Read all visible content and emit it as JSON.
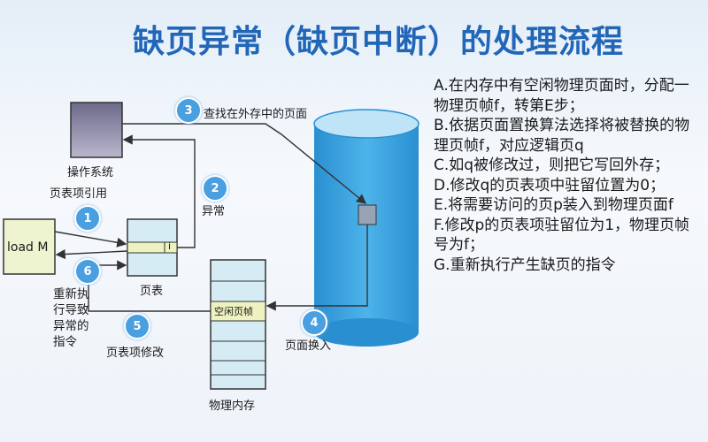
{
  "title": "缺页异常（缺页中断）的处理流程",
  "diagram": {
    "os_label": "操作系统",
    "pte_ref_label": "页表项引用",
    "load_label": "load M",
    "page_table_label": "页表",
    "page_table_mark": "i",
    "phys_mem_label": "物理内存",
    "free_frame_label": "空闲页帧",
    "restart_label": "重新执\n行导致\n异常的\n指令",
    "circle1": "1",
    "circle2": "2",
    "circle3": "3",
    "circle4": "4",
    "circle5": "5",
    "circle6": "6",
    "exception_label": "异常",
    "find_label": "查找在外存中的页面",
    "page_in_label": "页面换入",
    "pte_modify_label": "页表项修改"
  },
  "steps": [
    "A.在内存中有空闲物理页面时，分配一物理页帧f，转第E步；",
    "B.依据页面置换算法选择将被替换的物理页帧f，对应逻辑页q",
    "C.如q被修改过，则把它写回外存；",
    "D.修改q的页表项中驻留位置为0；",
    "E.将需要访问的页p装入到物理页面f",
    "F.修改p的页表项驻留位为1，物理页帧号为f；",
    "G.重新执行产生缺页的指令"
  ],
  "colors": {
    "title": "#2266b8",
    "circle": "#4a9fe0",
    "disk": "#3aa0dc"
  }
}
